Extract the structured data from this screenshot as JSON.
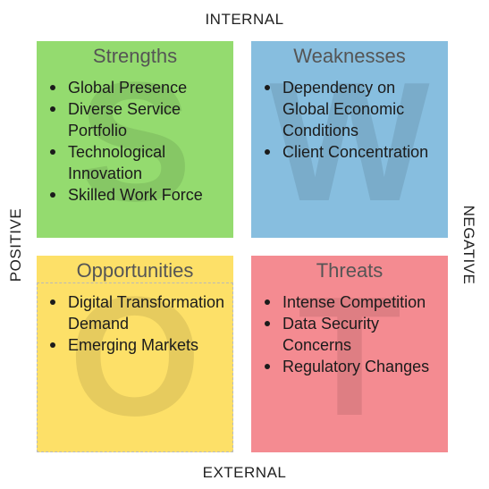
{
  "axes": {
    "top": "INTERNAL",
    "bottom": "EXTERNAL",
    "left": "POSITIVE",
    "right": "NEGATIVE"
  },
  "quadrants": {
    "strengths": {
      "title": "Strengths",
      "letter": "S",
      "color": "#94db6f",
      "items": [
        "Global Presence",
        "Diverse Service Portfolio",
        "Technological Innovation",
        "Skilled Work Force"
      ]
    },
    "weaknesses": {
      "title": "Weaknesses",
      "letter": "W",
      "color": "#87bedf",
      "items": [
        "Dependency on Global Economic Conditions",
        "Client Concentration"
      ]
    },
    "opportunities": {
      "title": "Opportunities",
      "letter": "O",
      "color": "#fde068",
      "items": [
        "Digital Transformation Demand",
        "Emerging Markets"
      ]
    },
    "threats": {
      "title": "Threats",
      "letter": "T",
      "color": "#f48b91",
      "items": [
        "Intense Competition",
        "Data Security Concerns",
        "Regulatory Changes"
      ]
    }
  }
}
